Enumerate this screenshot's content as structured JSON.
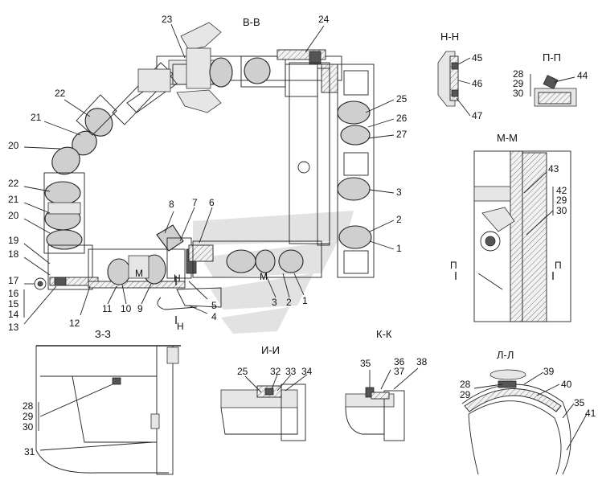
{
  "sections": {
    "vv": "В-В",
    "nn": "Н-Н",
    "pp": "П-П",
    "mm": "М-М",
    "zz": "З-З",
    "ii": "И-И",
    "kk": "К-К",
    "ll": "Л-Л"
  },
  "markers": {
    "m1": "М",
    "m2": "М",
    "n1": "Н",
    "n2": "Н",
    "p1": "П",
    "p2": "П"
  },
  "callouts": {
    "c23": "23",
    "c24": "24",
    "c22a": "22",
    "c21a": "21",
    "c20a": "20",
    "c22b": "22",
    "c21b": "21",
    "c20b": "20",
    "c19": "19",
    "c18": "18",
    "c17": "17",
    "c16": "16",
    "c15": "15",
    "c14": "14",
    "c13": "13",
    "c12": "12",
    "c11": "11",
    "c10": "10",
    "c9": "9",
    "c8": "8",
    "c7": "7",
    "c6": "6",
    "c5": "5",
    "c4": "4",
    "c3a": "3",
    "c2a": "2",
    "c1a": "1",
    "c25a": "25",
    "c26": "26",
    "c27": "27",
    "c3b": "3",
    "c2b": "2",
    "c1b": "1",
    "c45": "45",
    "c46": "46",
    "c47": "47",
    "c28a": "28",
    "c29a": "29",
    "c30a": "30",
    "c44": "44",
    "c43": "43",
    "c42": "42",
    "c29b": "29",
    "c30b": "30",
    "c28b": "28",
    "c29c": "29",
    "c30c": "30",
    "c31": "31",
    "c25b": "25",
    "c32": "32",
    "c33": "33",
    "c34": "34",
    "c35a": "35",
    "c36": "36",
    "c37": "37",
    "c38": "38",
    "c28c": "28",
    "c29d": "29",
    "c39": "39",
    "c40": "40",
    "c35b": "35",
    "c41": "41"
  },
  "colors": {
    "line": "#222222",
    "seal": "#cfcfcf",
    "watermark": "#e2e2e2"
  }
}
